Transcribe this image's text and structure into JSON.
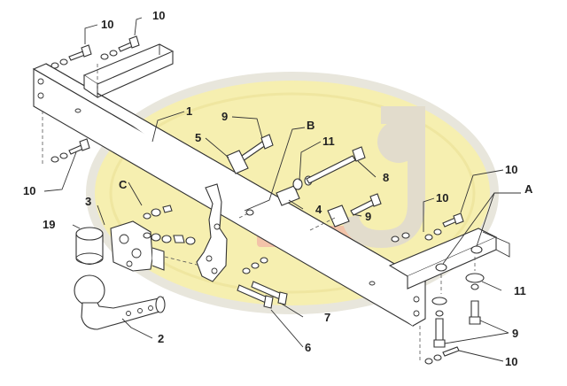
{
  "diagram": {
    "labels": {
      "l1": "1",
      "l2": "2",
      "l3": "3",
      "l4": "4",
      "l5": "5",
      "l6": "6",
      "l7": "7",
      "l8": "8",
      "l9a": "9",
      "l9b": "9",
      "l9c": "9",
      "l10a": "10",
      "l10b": "10",
      "l10c": "10",
      "l10d": "10",
      "l10e": "10",
      "l10f": "10",
      "l11a": "11",
      "l11b": "11",
      "l19": "19",
      "lA": "A",
      "lB": "B",
      "lC": "C"
    },
    "colors": {
      "watermark_fill": "#f6efb0",
      "watermark_ring": "#e8e6dc",
      "watermark_red": "#f2b8a8",
      "line": "#333333"
    }
  }
}
